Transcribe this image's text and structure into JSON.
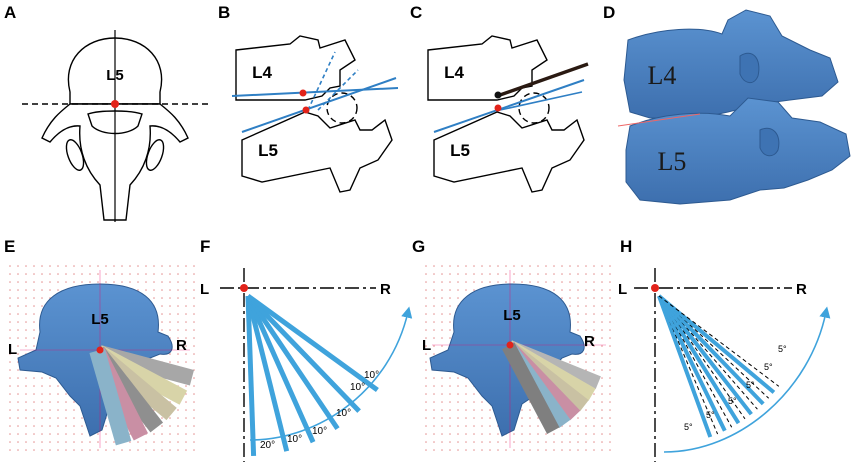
{
  "panels": {
    "A": {
      "label": "A",
      "vertebra": "L5"
    },
    "B": {
      "label": "B",
      "upper": "L4",
      "lower": "L5"
    },
    "C": {
      "label": "C",
      "upper": "L4",
      "lower": "L5"
    },
    "D": {
      "label": "D",
      "upper": "L4",
      "lower": "L5"
    },
    "E": {
      "label": "E",
      "vertebra": "L5",
      "left": "L",
      "right": "R"
    },
    "F": {
      "label": "F",
      "left": "L",
      "right": "R",
      "angles": [
        "20°",
        "10°",
        "10°",
        "10°",
        "10°",
        "10°"
      ]
    },
    "G": {
      "label": "G",
      "vertebra": "L5",
      "left": "L",
      "right": "R"
    },
    "H": {
      "label": "H",
      "left": "L",
      "right": "R",
      "angles": [
        "5°",
        "5°",
        "5°",
        "5°",
        "5°",
        "5°"
      ]
    }
  },
  "colors": {
    "bone": "#4f86c6",
    "beam": "#3fa3dc",
    "marker": "#e2231a",
    "grid": "#e8a0a0"
  }
}
